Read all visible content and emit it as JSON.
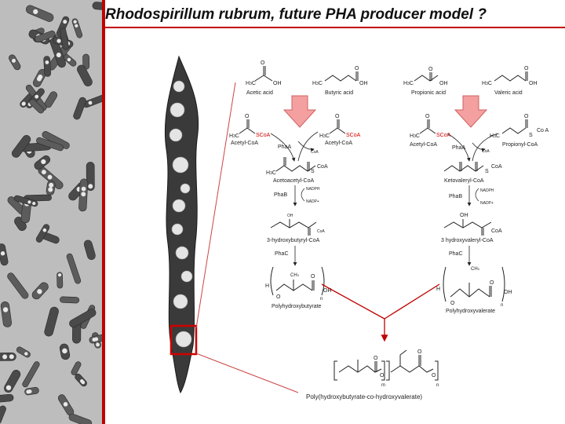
{
  "title": "Rhodospirillum rubrum, future PHA producer model ?",
  "colors": {
    "accent": "#c00000",
    "arrow_fill": "#f4a0a0",
    "arrow_stroke": "#d06060"
  },
  "left_pathway": {
    "substrate1_formula": "H3C—C(=O)—OH",
    "substrate1": "Acetic acid",
    "substrate2": "Butyric acid",
    "intermediate_left": "Acetyl-CoA",
    "intermediate_right": "Acetyl-CoA",
    "coa_label": "SCoA",
    "enzyme1": "PhaA",
    "coa_release": "CoA",
    "product1": "Acetoacetyl-CoA",
    "enzyme2": "PhaB",
    "cofactor1": "NADPH",
    "cofactor2": "NADP+",
    "product2": "3-hydroxybutyryl-CoA",
    "enzyme3": "PhaC",
    "polymer": "Polyhydroxybutyrate"
  },
  "right_pathway": {
    "substrate1": "Propionic acid",
    "substrate2": "Valeric acid",
    "intermediate_left": "Acetyl-CoA",
    "intermediate_right": "Propionyl-CoA",
    "coa_label": "SCoA",
    "enzyme1": "PhaA",
    "coa_release": "CoA",
    "product1": "Ketovaleryl-CoA",
    "enzyme2": "PhaB",
    "cofactor1": "NADPH",
    "cofactor2": "NADP+",
    "product2": "3 hydroxyvaleryl-CoA",
    "enzyme3": "PhaC",
    "polymer": "Polyhydroxyvalerate"
  },
  "copolymer": "Poly(hydroxybutyrate-co-hydroxyvalerate)"
}
